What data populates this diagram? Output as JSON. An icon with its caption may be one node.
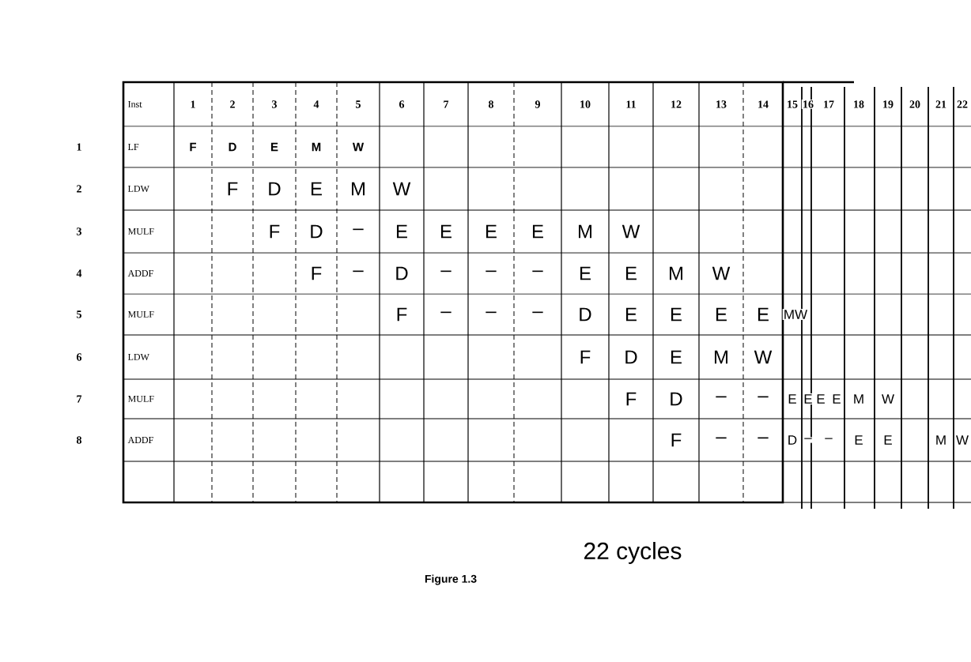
{
  "diagram": {
    "caption": "Figure 1.3",
    "labels": [
      "Inst",
      "1",
      "2",
      "3",
      "4",
      "5",
      "6",
      "7",
      "8",
      "9",
      "10",
      "11",
      "12",
      "13",
      "14",
      "15",
      "16",
      "17",
      "18",
      "19",
      "20",
      "21",
      "22",
      "1",
      "LF",
      "F",
      "D",
      "E",
      "M",
      "W",
      "2",
      "LDW",
      "F",
      "D",
      "E",
      "M",
      "W",
      "3",
      "MULF",
      "F",
      "D",
      "–",
      "E",
      "E",
      "E",
      "E",
      "M",
      "W",
      "4",
      "ADDF",
      "F",
      "–",
      "D",
      "–",
      "–",
      "–",
      "E",
      "E",
      "M",
      "W",
      "5",
      "MULF",
      "F",
      "–",
      "–",
      "–",
      "D",
      "E",
      "E",
      "E",
      "E",
      "MW",
      "6",
      "LDW",
      "F",
      "D",
      "E",
      "M",
      "W",
      "7",
      "MULF",
      "F",
      "D",
      "–",
      "–",
      "E",
      "E",
      "E",
      "E",
      "M",
      "W",
      "8",
      "ADDF",
      "F",
      "–",
      "–",
      "D",
      "–",
      "–",
      "E",
      "E",
      "M",
      "W",
      "22 cycles"
    ]
  }
}
